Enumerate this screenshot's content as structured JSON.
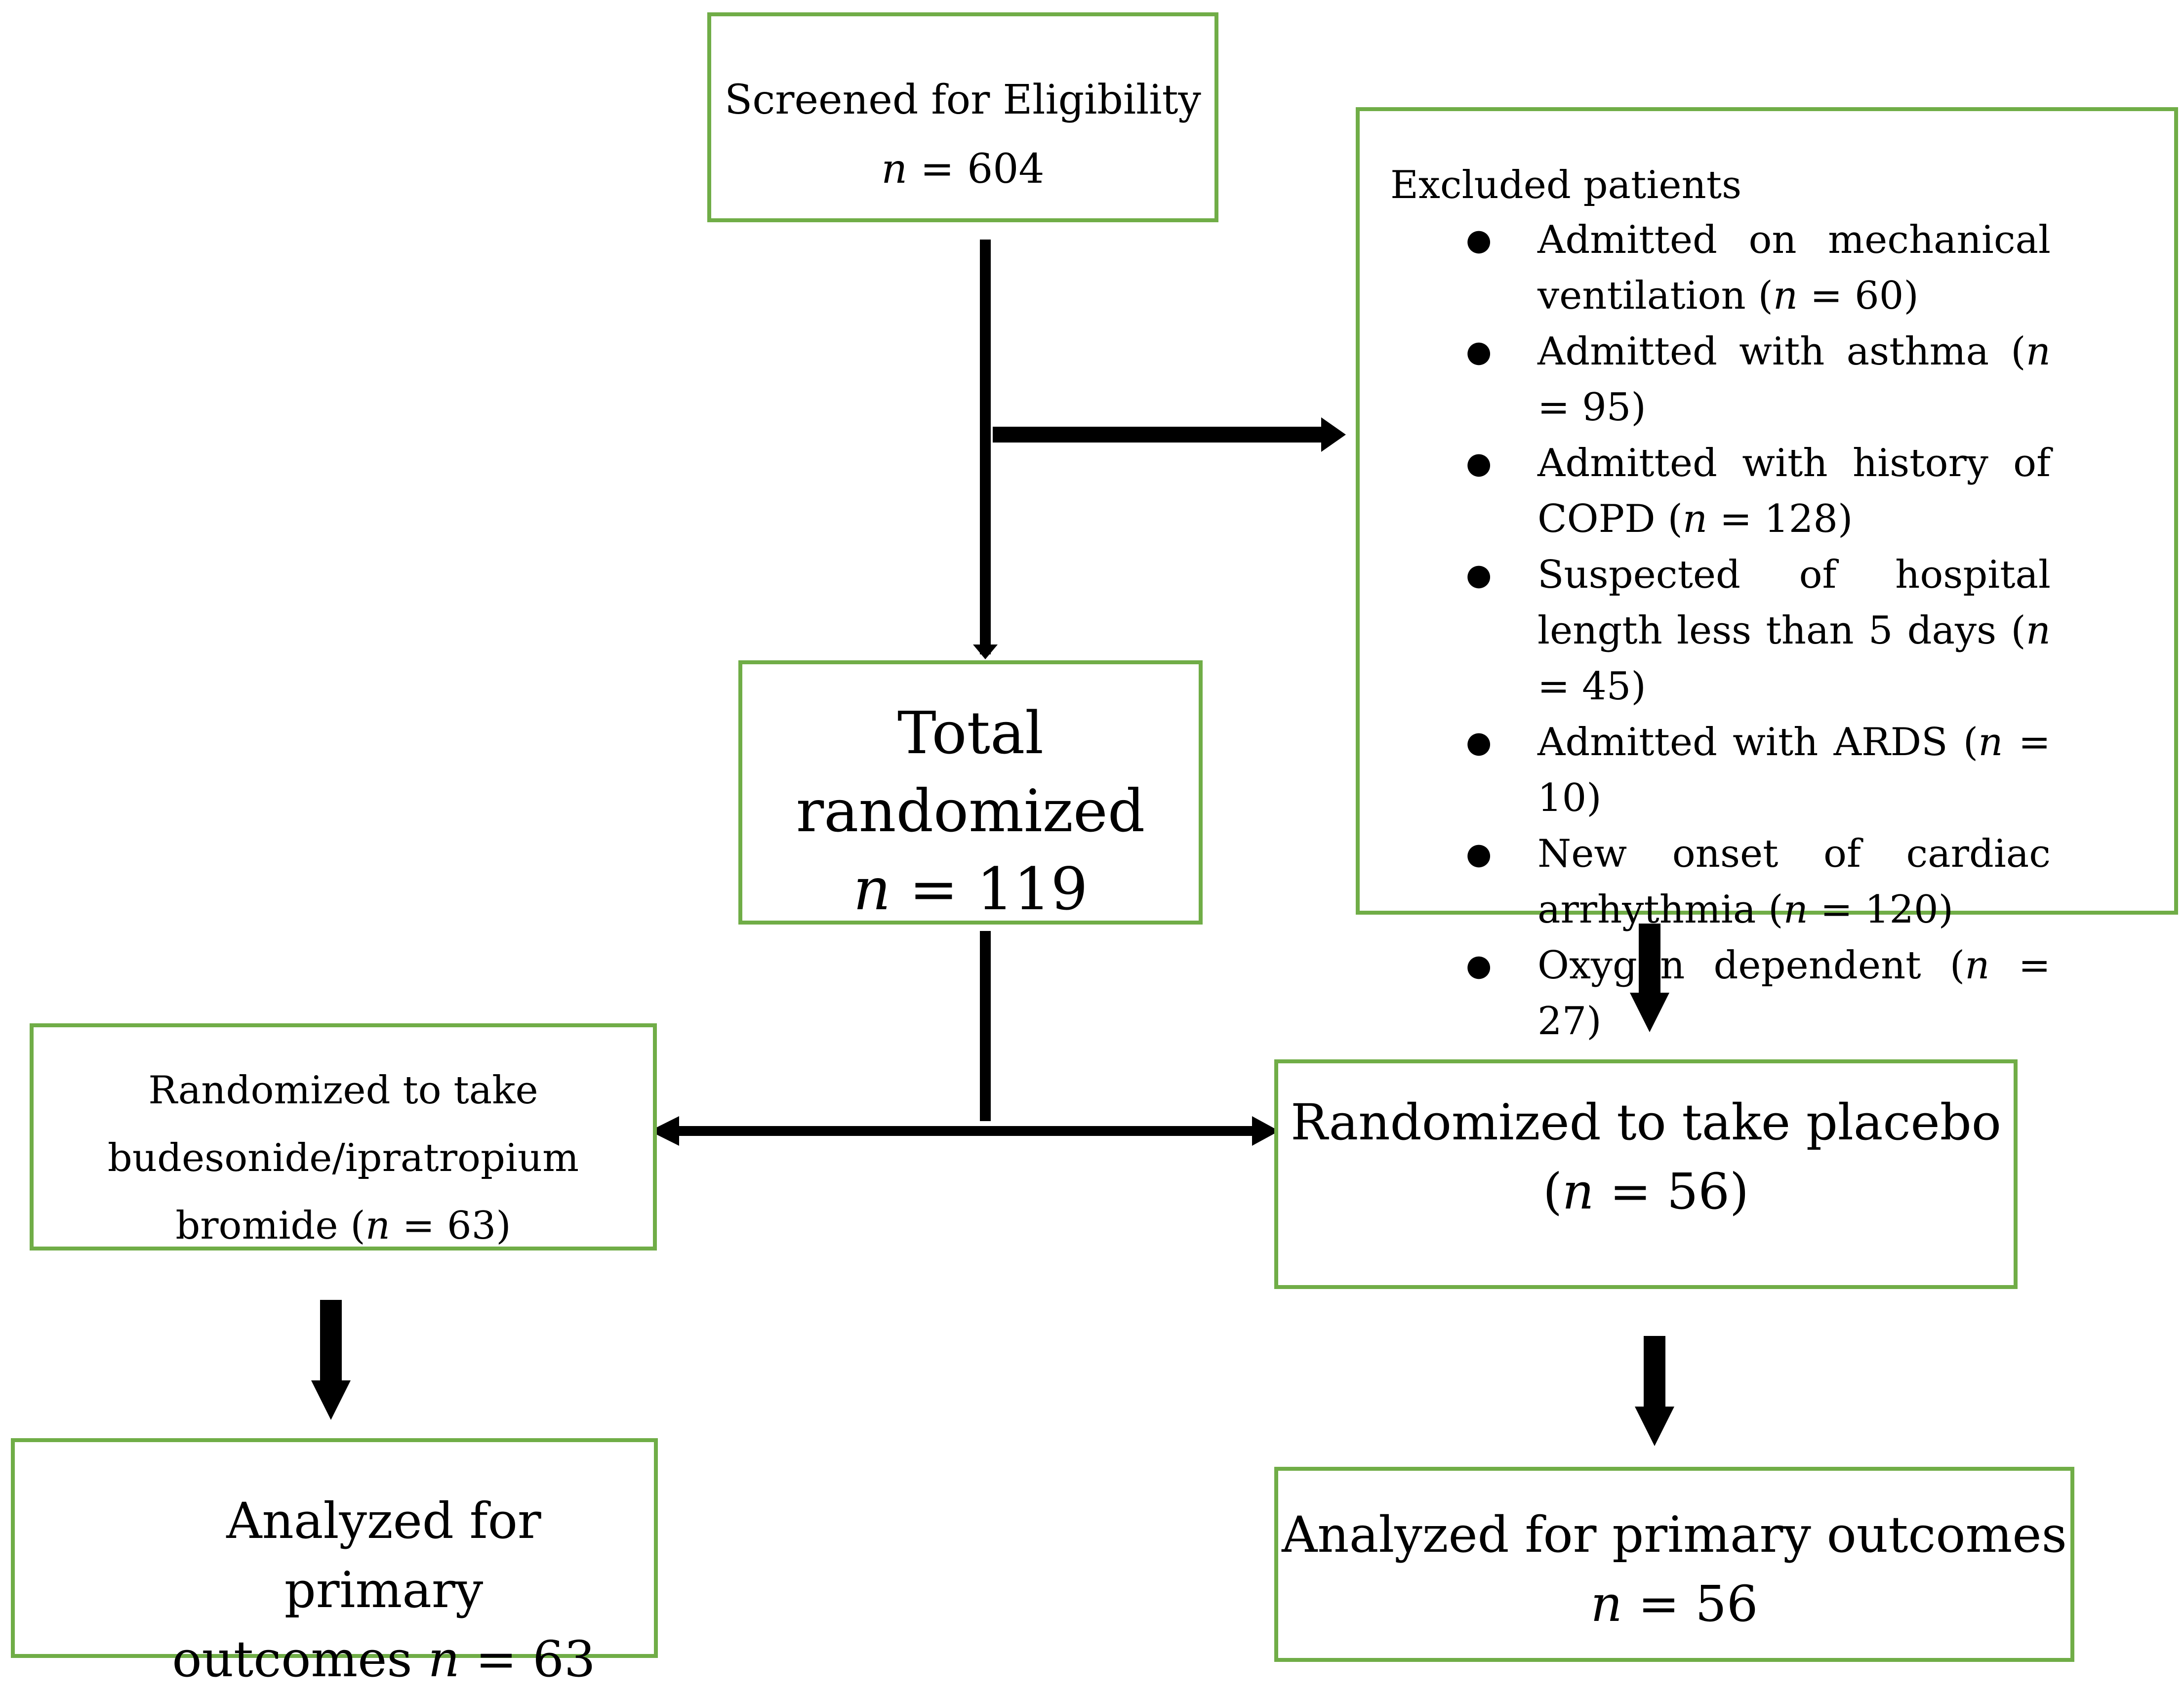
{
  "screened": {
    "label": "Screened for Eligibility",
    "n_prefix": "n",
    "n_value": "=  604"
  },
  "excluded": {
    "title": "Excluded patients",
    "items": [
      {
        "text": "Admitted on mechanical ventilation (",
        "n_prefix": "n",
        "n_value": " = 60)"
      },
      {
        "text": "Admitted with asthma (",
        "n_prefix": "n",
        "n_value": " = 95)"
      },
      {
        "text": "Admitted with history of COPD (",
        "n_prefix": "n",
        "n_value": " = 128)"
      },
      {
        "text": "Suspected of hospital length less than 5 days (",
        "n_prefix": "n",
        "n_value": " = 45)"
      },
      {
        "text": "Admitted with ARDS (",
        "n_prefix": "n",
        "n_value": " = 10)"
      },
      {
        "text": "New onset of cardiac arrhythmia (",
        "n_prefix": "n",
        "n_value": " = 120)"
      },
      {
        "text": "Oxygen dependent (",
        "n_prefix": "n",
        "n_value": " = 27)"
      }
    ]
  },
  "total": {
    "line1": "Total",
    "line2": "randomized",
    "n_prefix": "n",
    "n_value": " = 119"
  },
  "budesonide": {
    "line1": "Randomized to take",
    "line2": "budesonide/ipratropium",
    "line3_pre": "bromide (",
    "n_prefix": "n",
    "n_value": " = 63)"
  },
  "placebo": {
    "line1": "Randomized to take placebo",
    "pre": "(",
    "n_prefix": "n",
    "n_value": " = 56)"
  },
  "analyzed_left": {
    "line1": "Analyzed for primary",
    "line2_pre": "outcomes ",
    "n_prefix": "n",
    "n_value": " = 63"
  },
  "analyzed_right": {
    "line1": "Analyzed for primary outcomes",
    "n_prefix": "n",
    "n_value": " = 56"
  },
  "colors": {
    "box_border": "#70ad47",
    "arrow": "#000000"
  }
}
